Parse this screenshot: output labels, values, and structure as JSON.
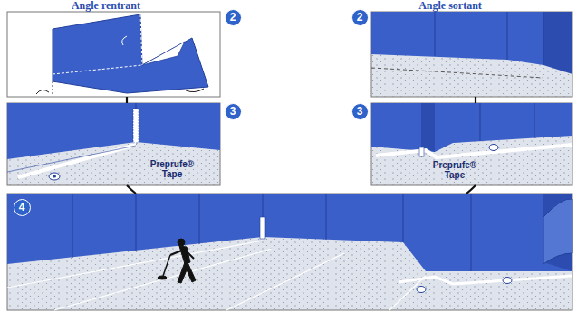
{
  "diagram": {
    "nodes": [
      {
        "text": [
          "2"
        ]
      },
      {
        "text": [
          "2"
        ]
      },
      {
        "text": [
          "3"
        ]
      },
      {
        "text": [
          "3"
        ]
      },
      {
        "text": [
          "4"
        ]
      }
    ],
    "labels": [
      "Angle rentrant",
      "Angle sortant",
      "Preprufe® Tape",
      "Preprufe® Tape"
    ]
  }
}
